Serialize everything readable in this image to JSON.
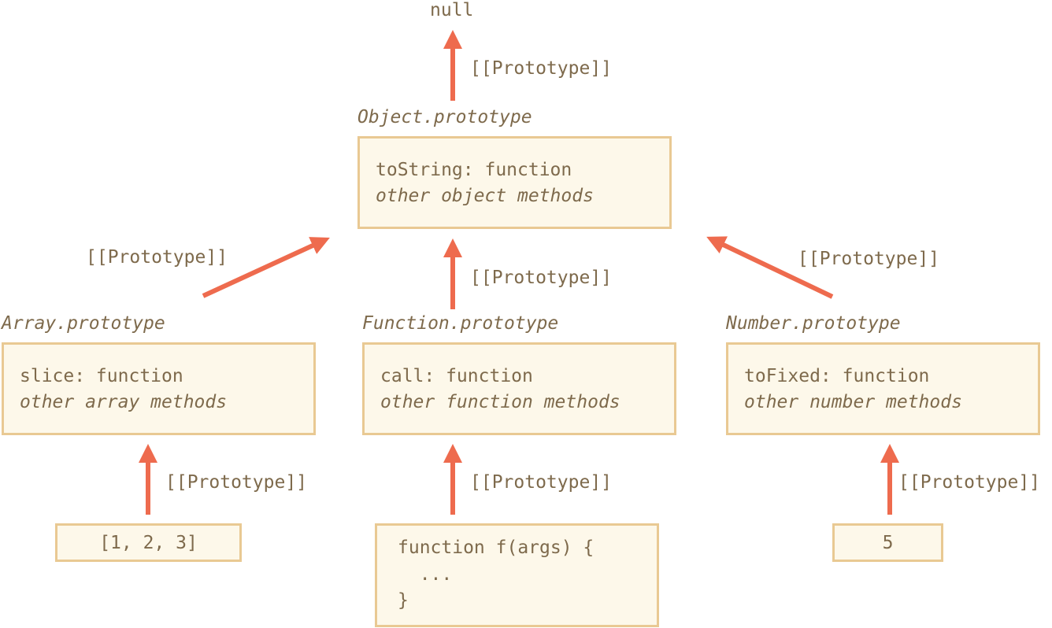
{
  "top": {
    "null_label": "null"
  },
  "prototype_label": "[[Prototype]]",
  "object_proto": {
    "title": "Object.prototype",
    "line1": "toString: function",
    "line2": "other object methods"
  },
  "array_proto": {
    "title": "Array.prototype",
    "line1": "slice: function",
    "line2": "other array methods"
  },
  "function_proto": {
    "title": "Function.prototype",
    "line1": "call: function",
    "line2": "other function methods"
  },
  "number_proto": {
    "title": "Number.prototype",
    "line1": "toFixed: function",
    "line2": "other number methods"
  },
  "instances": {
    "array": "[1, 2, 3]",
    "function_lines": [
      "function f(args) {",
      "  ...",
      "}"
    ],
    "number": "5"
  },
  "colors": {
    "arrow": "#ee6b4e",
    "box_border": "#e9c993",
    "box_fill": "#fdf8ea",
    "text": "#7e6a4c"
  }
}
